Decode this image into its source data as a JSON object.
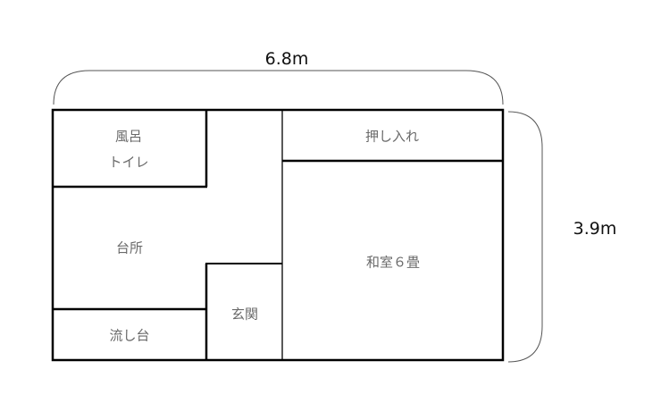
{
  "diagram": {
    "type": "floor-plan",
    "dimensions": {
      "width_label": "6.8m",
      "height_label": "3.9m"
    },
    "rooms": [
      {
        "id": "bath",
        "label_line1": "風呂",
        "label_line2": "トイレ"
      },
      {
        "id": "kitchen",
        "label": "台所"
      },
      {
        "id": "sink",
        "label": "流し台"
      },
      {
        "id": "entrance",
        "label": "玄関"
      },
      {
        "id": "closet",
        "label": "押し入れ"
      },
      {
        "id": "tatami",
        "label": "和室６畳"
      }
    ],
    "colors": {
      "wall": "#000000",
      "label_text": "#6a6a6a",
      "dimension_text": "#111111",
      "brace": "#555555"
    }
  }
}
